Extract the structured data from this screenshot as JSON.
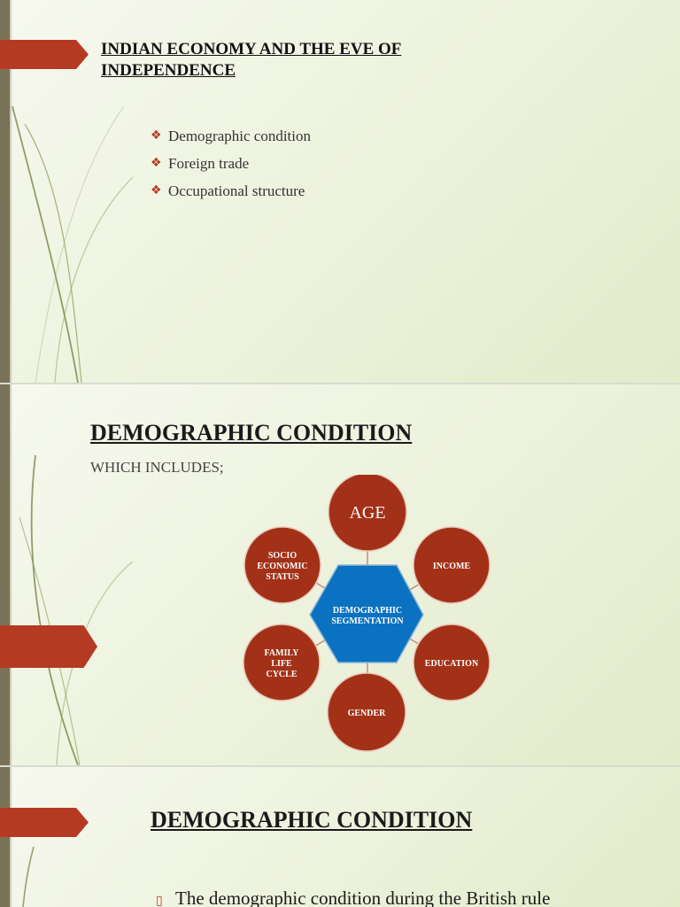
{
  "colors": {
    "accent": "#b53a22",
    "hexagon": "#0a72c0",
    "edge": "#7a7258"
  },
  "slide1": {
    "title": "INDIAN ECONOMY AND THE EVE OF INDEPENDENCE",
    "bullet_icon": "diamond-bullet-icon",
    "bullets": [
      "Demographic condition",
      "Foreign trade",
      "Occupational structure"
    ]
  },
  "slide2": {
    "title": "DEMOGRAPHIC CONDITION",
    "subtitle": "WHICH INCLUDES;",
    "diagram": {
      "center": [
        "DEMOGRAPHIC",
        "SEGMENTATION"
      ],
      "age": [
        "AGE"
      ],
      "income": [
        "INCOME"
      ],
      "education": [
        "EDUCATION"
      ],
      "gender": [
        "GENDER"
      ],
      "family": [
        "FAMILY",
        "LIFE",
        "CYCLE"
      ],
      "socio": [
        "SOCIO",
        "ECONOMIC",
        "STATUS"
      ]
    }
  },
  "slide3": {
    "title": "DEMOGRAPHIC CONDITION",
    "bullet_icon": "square-bullet-icon",
    "paragraph": "The demographic condition during the British rule"
  }
}
